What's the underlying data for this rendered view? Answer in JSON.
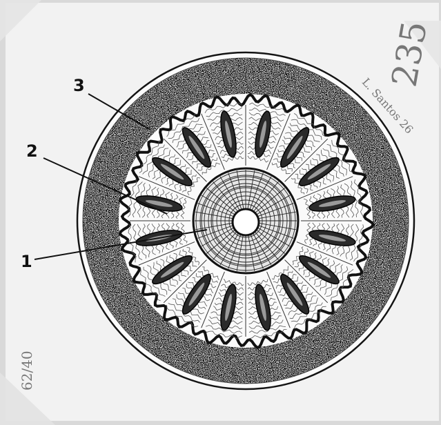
{
  "labels": [
    {
      "number": "1"
    },
    {
      "number": "2"
    },
    {
      "number": "3"
    }
  ],
  "handwriting": {
    "catalog_number": "235",
    "signature": "L. Santos 26",
    "side_note": "62/40"
  },
  "colors": {
    "paper": "#f3f3f3",
    "background": "#d9d9d9",
    "ink": "#141414",
    "pencil": "#7a7a7a"
  }
}
